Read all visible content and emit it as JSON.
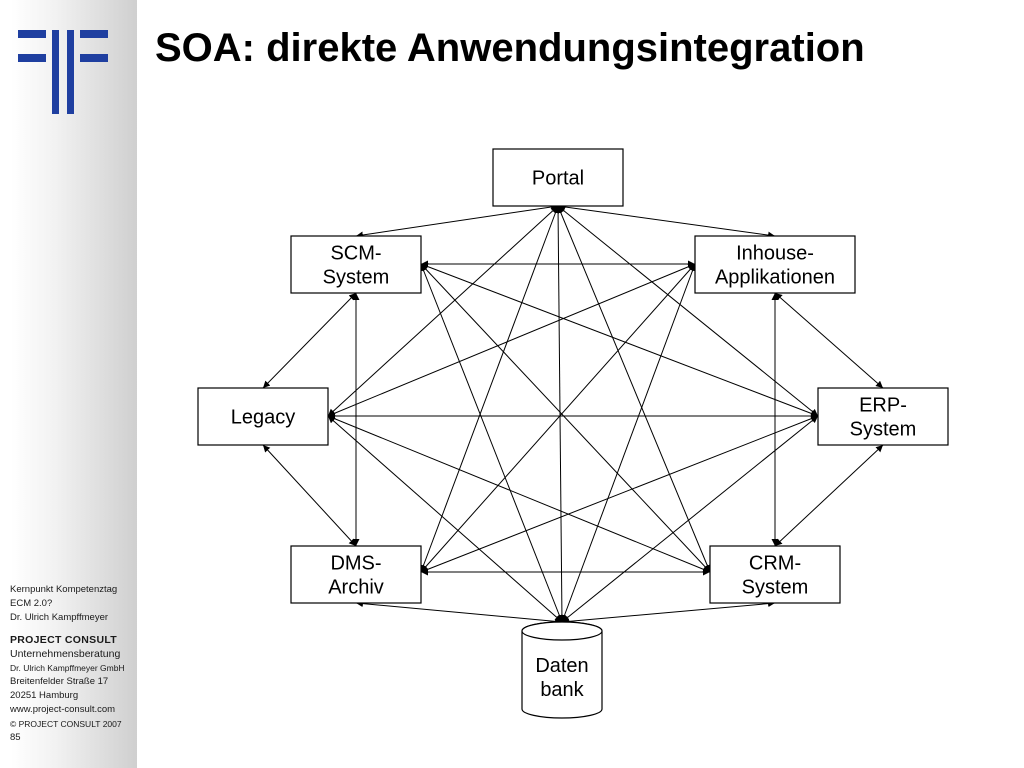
{
  "slide": {
    "title": "SOA: direkte Anwendungsintegration",
    "page_number": "85"
  },
  "footer": {
    "event": "Kernpunkt Kompetenztag",
    "topic": "ECM 2.0?",
    "speaker": "Dr. Ulrich Kampffmeyer",
    "company": "PROJECT CONSULT",
    "company_sub": "Unternehmensberatung",
    "company_legal": "Dr. Ulrich Kampffmeyer GmbH",
    "street": "Breitenfelder Straße 17",
    "city": "20251 Hamburg",
    "website": "www.project-consult.com",
    "copyright": "© PROJECT CONSULT 2007"
  },
  "colors": {
    "logo_blue": "#1f3fa0"
  },
  "diagram": {
    "nodes": [
      {
        "id": "portal",
        "lines": [
          "Portal"
        ],
        "shape": "box"
      },
      {
        "id": "scm",
        "lines": [
          "SCM-",
          "System"
        ],
        "shape": "box"
      },
      {
        "id": "inhouse",
        "lines": [
          "Inhouse-",
          "Applikationen"
        ],
        "shape": "box"
      },
      {
        "id": "legacy",
        "lines": [
          "Legacy"
        ],
        "shape": "box"
      },
      {
        "id": "erp",
        "lines": [
          "ERP-",
          "System"
        ],
        "shape": "box"
      },
      {
        "id": "dms",
        "lines": [
          "DMS-",
          "Archiv"
        ],
        "shape": "box"
      },
      {
        "id": "crm",
        "lines": [
          "CRM-",
          "System"
        ],
        "shape": "box"
      },
      {
        "id": "db",
        "lines": [
          "Daten",
          "bank"
        ],
        "shape": "cylinder"
      }
    ],
    "edges": [
      [
        "portal",
        "scm"
      ],
      [
        "portal",
        "inhouse"
      ],
      [
        "portal",
        "legacy"
      ],
      [
        "portal",
        "erp"
      ],
      [
        "portal",
        "dms"
      ],
      [
        "portal",
        "crm"
      ],
      [
        "portal",
        "db"
      ],
      [
        "scm",
        "inhouse"
      ],
      [
        "scm",
        "legacy"
      ],
      [
        "scm",
        "erp"
      ],
      [
        "scm",
        "dms"
      ],
      [
        "scm",
        "crm"
      ],
      [
        "scm",
        "db"
      ],
      [
        "inhouse",
        "legacy"
      ],
      [
        "inhouse",
        "erp"
      ],
      [
        "inhouse",
        "dms"
      ],
      [
        "inhouse",
        "crm"
      ],
      [
        "inhouse",
        "db"
      ],
      [
        "legacy",
        "erp"
      ],
      [
        "legacy",
        "dms"
      ],
      [
        "legacy",
        "crm"
      ],
      [
        "legacy",
        "db"
      ],
      [
        "erp",
        "dms"
      ],
      [
        "erp",
        "crm"
      ],
      [
        "erp",
        "db"
      ],
      [
        "dms",
        "crm"
      ],
      [
        "dms",
        "db"
      ],
      [
        "crm",
        "db"
      ]
    ]
  }
}
